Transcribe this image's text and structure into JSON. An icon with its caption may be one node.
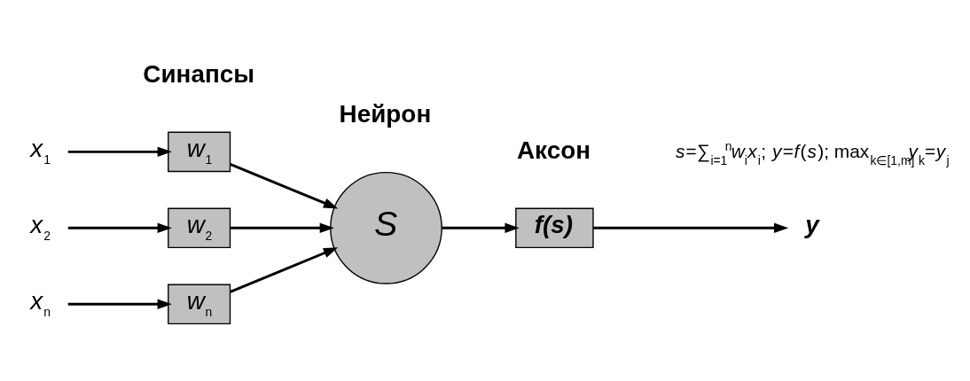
{
  "diagram": {
    "nodes": [
      {
        "text": [
          "*x*$_{1}$"
        ]
      },
      {
        "text": [
          "*x*$_{2}$"
        ]
      },
      {
        "text": [
          "*x*$_{n}$"
        ]
      },
      {
        "text": [
          "*w*$_{1}$"
        ]
      },
      {
        "text": [
          "*w*$_{2}$"
        ]
      },
      {
        "text": [
          "*w*$_{n}$"
        ]
      },
      {
        "text": [
          "*S*"
        ]
      },
      {
        "text": [
          "f(s)"
        ]
      },
      {
        "text": [
          "y"
        ]
      }
    ],
    "edges": [
      {
        "from": 0,
        "to": 3,
        "arrow": "to"
      },
      {
        "from": 1,
        "to": 4,
        "arrow": "to"
      },
      {
        "from": 2,
        "to": 5,
        "arrow": "to"
      },
      {
        "from": 3,
        "to": 6,
        "arrow": "to"
      },
      {
        "from": 4,
        "to": 6,
        "arrow": "to"
      },
      {
        "from": 5,
        "to": 6,
        "arrow": "to"
      },
      {
        "from": 6,
        "to": 7,
        "arrow": "to"
      },
      {
        "from": 7,
        "to": 8,
        "arrow": "to"
      }
    ],
    "labels": [
      "Синапсы",
      "Нейрон",
      "Аксон",
      "*s*=∑$_{i=1}$$^{n}$*w*$_{i}$*x*$_{i}$; *y*=*f*(*s*); max$_{k∈[1,m]}$*y*$_{k}$=*y*$_{j}$"
    ]
  }
}
